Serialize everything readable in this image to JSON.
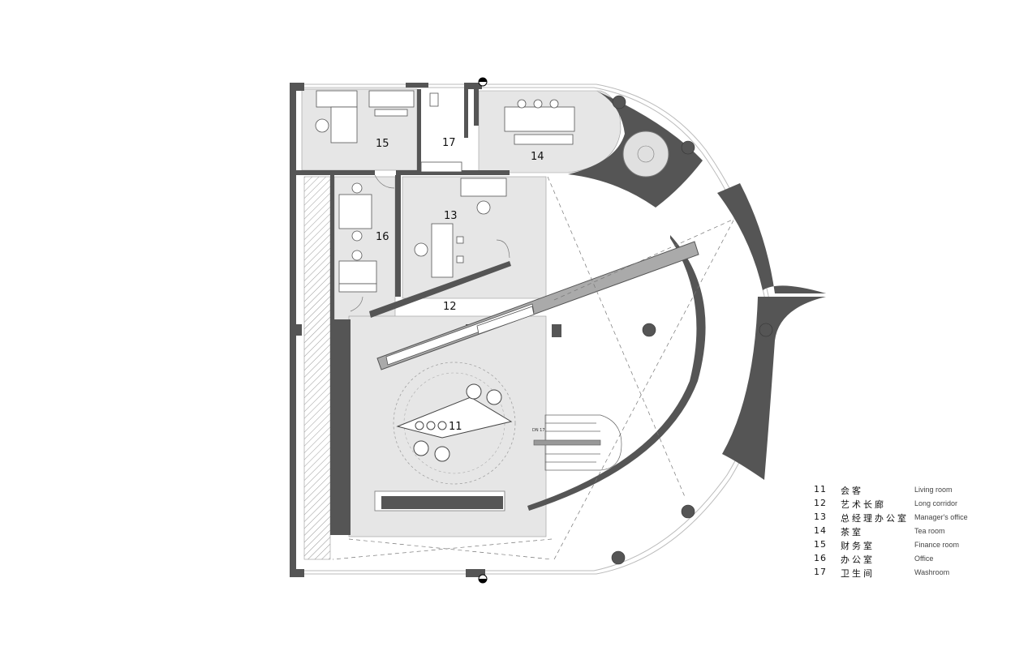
{
  "plan": {
    "rooms": [
      {
        "number": "11"
      },
      {
        "number": "12"
      },
      {
        "number": "13"
      },
      {
        "number": "14"
      },
      {
        "number": "15"
      },
      {
        "number": "16"
      },
      {
        "number": "17"
      }
    ],
    "stair_annotation": "DN 17"
  },
  "legend": [
    {
      "number": "11",
      "zh": "会客",
      "en": "Living room"
    },
    {
      "number": "12",
      "zh": "艺术长廊",
      "en": "Long corridor"
    },
    {
      "number": "13",
      "zh": "总经理办公室",
      "en": "Manager's office"
    },
    {
      "number": "14",
      "zh": "茶室",
      "en": "Tea room"
    },
    {
      "number": "15",
      "zh": "财务室",
      "en": "Finance room"
    },
    {
      "number": "16",
      "zh": "办公室",
      "en": "Office"
    },
    {
      "number": "17",
      "zh": "卫生间",
      "en": "Washroom"
    }
  ]
}
